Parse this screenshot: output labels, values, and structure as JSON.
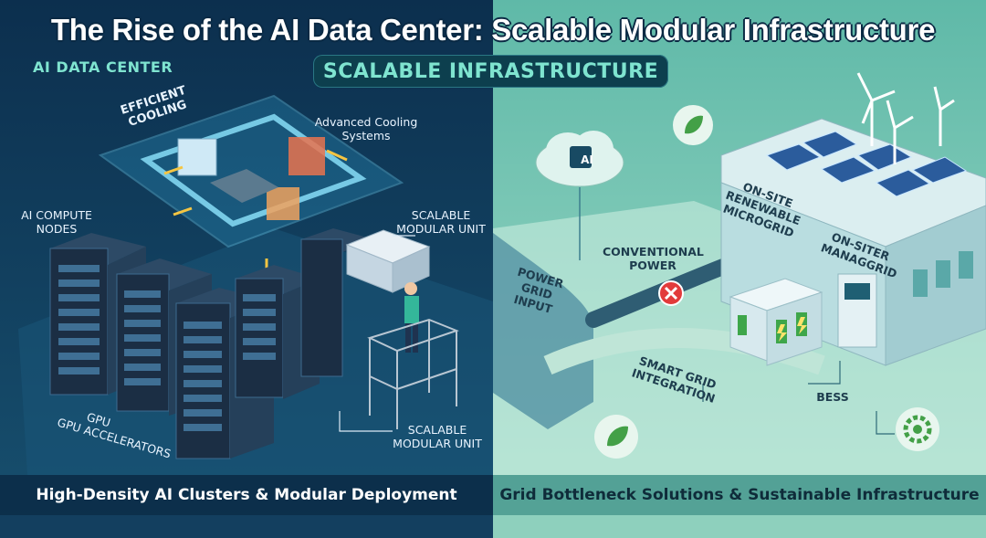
{
  "title": "The Rise of the AI Data Center: Scalable Modular Infrastructure",
  "badge": "SCALABLE INFRASTRUCTURE",
  "left": {
    "section_label": "AI DATA CENTER",
    "labels": {
      "efficient_cooling": "EFFICIENT COOLING",
      "advanced_cooling": "Advanced Cooling Systems",
      "ai_compute_nodes": "AI COMPUTE NODES",
      "scalable_unit_top": "SCALABLE MODULAR UNIT",
      "gpu": "GPU",
      "gpu_accelerators": "GPU ACCELERATORS",
      "scalable_unit_bottom": "SCALABLE MODULAR UNIT"
    },
    "caption": "High-Density AI Clusters & Modular Deployment"
  },
  "right": {
    "labels": {
      "ai_chip": "AI",
      "conventional_power": "CONVENTIONAL POWER",
      "power_grid_input": "POWER GRID INPUT",
      "renewable_microgrid": "ON-SITE RENEWABLE MICROGRID",
      "onsite_managgrid": "ON-SITER MANAGGRID",
      "smart_grid": "SMART GRID INTEGRATION",
      "bess": "BESS"
    },
    "caption": "Grid Bottleneck Solutions & Sustainable Infrastructure"
  },
  "colors": {
    "left_bg": "#0f3a5c",
    "right_bg": "#7fcfb8",
    "accent_teal": "#7fe4d0",
    "danger_red": "#e23b3b"
  },
  "icons": [
    "leaf-icon",
    "gear-icon",
    "cloud-icon",
    "ai-chip-icon",
    "x-icon",
    "lightning-icon",
    "wind-turbine-icon",
    "solar-panel-icon"
  ]
}
